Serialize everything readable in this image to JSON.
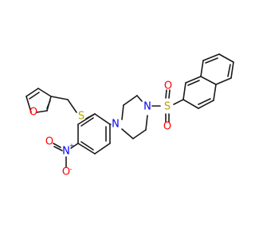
{
  "molecule": {
    "atoms": {
      "furan_o": "O",
      "thioether_s": "S",
      "nitro_n": "N",
      "nitro_n_charge": "+",
      "nitro_o_double": "O",
      "nitro_o_single": "O",
      "nitro_o_charge": "-",
      "piperazine_n1": "N",
      "piperazine_n4": "N",
      "sulfonyl_s": "S",
      "sulfonyl_o_top": "O",
      "sulfonyl_o_bottom": "O"
    },
    "colors": {
      "bond": "#1a1a1a",
      "oxygen": "#ff0000",
      "sulfur": "#b8a000",
      "nitrogen": "#0000ff"
    }
  }
}
